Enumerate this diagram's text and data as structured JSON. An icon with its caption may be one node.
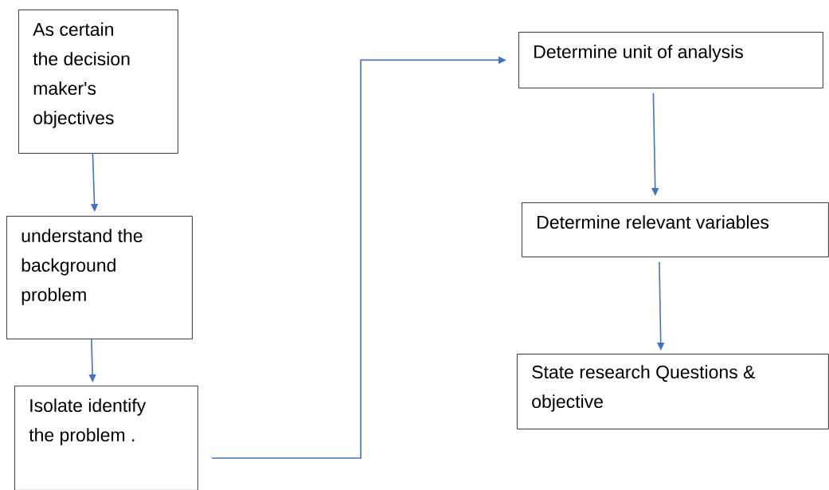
{
  "diagram": {
    "nodes": [
      {
        "text": [
          "As certain the decision maker's objectives"
        ]
      },
      {
        "text": [
          "understand the background problem"
        ]
      },
      {
        "text": [
          "Isolate identify the problem ."
        ]
      },
      {
        "text": [
          "Determine unit of analysis"
        ]
      },
      {
        "text": [
          "Determine relevant variables"
        ]
      },
      {
        "text": [
          "State research Questions & objective"
        ]
      }
    ],
    "edges": [
      {
        "from": 0,
        "to": 1,
        "arrow": "to"
      },
      {
        "from": 1,
        "to": 2,
        "arrow": "to"
      },
      {
        "from": 2,
        "to": 3,
        "arrow": "to"
      },
      {
        "from": 3,
        "to": 4,
        "arrow": "to"
      },
      {
        "from": 4,
        "to": 5,
        "arrow": "to"
      }
    ]
  }
}
